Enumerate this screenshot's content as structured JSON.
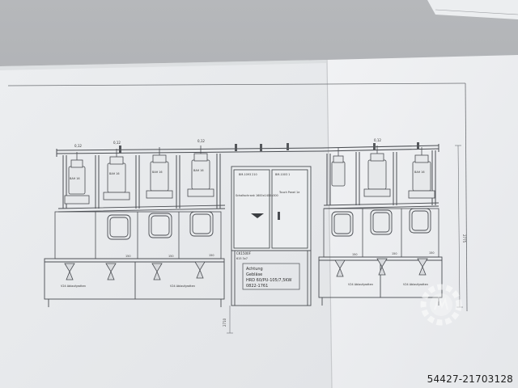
{
  "drawing": {
    "motor_labels": [
      "0,12",
      "0,12",
      "0,12",
      "0,12"
    ],
    "pump_labels": [
      "BAH 16",
      "BAH 16",
      "BAH 16",
      "BAH 16",
      "BAH 16"
    ],
    "drain_labels": [
      "V24 Ablaufgrotten",
      "V24 Ablaufgrotten",
      "V24 Ablaufgrotten",
      "V24 Ablaufgrotten"
    ],
    "small_marks": [
      "150",
      "150",
      "150",
      "150",
      "150",
      "150"
    ],
    "cabinet": {
      "left_tag": "BM-1093 210",
      "right_tag": "BM-1003 1",
      "left_title": "Schaltschrank 1600x1400x300",
      "right_title": "Touch Panel 1e",
      "plate_code": "CK1500F",
      "plate_sub": "615 3x7",
      "info_lines": [
        "Achtung",
        "Gebläse",
        "HRD 60/PU-105/7,5KW",
        "0822-1761"
      ]
    },
    "dimensions": {
      "height": "2775",
      "bottom": "2710"
    }
  },
  "watermark": "54427-21703128",
  "colors": {
    "paper": "#eef0f1",
    "line": "#4a4d52",
    "table": "#8c8f93",
    "background": "#8e9297"
  }
}
